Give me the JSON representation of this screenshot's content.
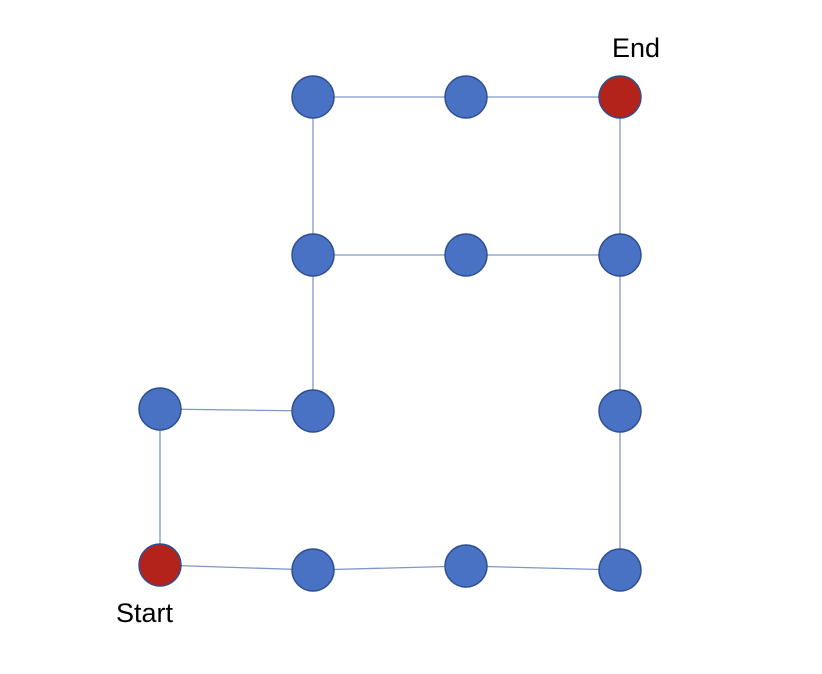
{
  "diagram": {
    "start_label": "Start",
    "end_label": "End",
    "colors": {
      "node": "#4a72c4",
      "node_outline": "#2e4f8f",
      "start_end_node": "#b4231b",
      "edge": "#7f96c8"
    },
    "nodes": [
      {
        "id": "start",
        "kind": "start"
      },
      {
        "id": "n1"
      },
      {
        "id": "n2"
      },
      {
        "id": "n3"
      },
      {
        "id": "n4"
      },
      {
        "id": "n5"
      },
      {
        "id": "n6"
      },
      {
        "id": "n7"
      },
      {
        "id": "n8"
      },
      {
        "id": "n9"
      },
      {
        "id": "n10"
      },
      {
        "id": "n11"
      },
      {
        "id": "end",
        "kind": "end"
      }
    ],
    "edges": [
      [
        "start",
        "n1"
      ],
      [
        "n1",
        "n2"
      ],
      [
        "n2",
        "n3"
      ],
      [
        "n3",
        "n4"
      ],
      [
        "start",
        "n5"
      ],
      [
        "n5",
        "n6"
      ],
      [
        "n6",
        "n7"
      ],
      [
        "n7",
        "n8"
      ],
      [
        "n7",
        "n9"
      ],
      [
        "n9",
        "n10"
      ],
      [
        "n8",
        "n11"
      ],
      [
        "n11",
        "end"
      ],
      [
        "n10",
        "end"
      ],
      [
        "n4",
        "n10"
      ]
    ]
  }
}
